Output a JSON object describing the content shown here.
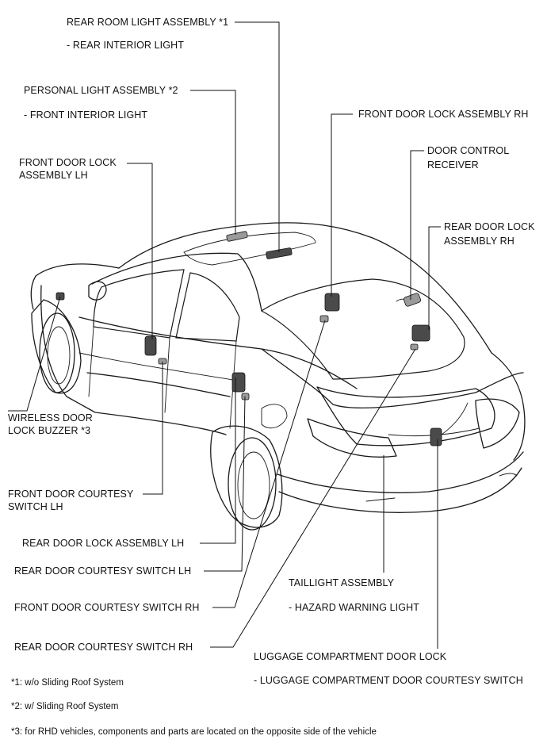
{
  "labels": {
    "rear_room_light": "REAR ROOM LIGHT ASSEMBLY *1",
    "rear_interior_light": "- REAR INTERIOR LIGHT",
    "personal_light": "PERSONAL LIGHT ASSEMBLY *2",
    "front_interior_light": "- FRONT INTERIOR LIGHT",
    "front_door_lock_lh_1": "FRONT DOOR LOCK",
    "front_door_lock_lh_2": "ASSEMBLY LH",
    "front_door_lock_rh": "FRONT DOOR LOCK ASSEMBLY RH",
    "door_control_receiver_1": "DOOR CONTROL",
    "door_control_receiver_2": "RECEIVER",
    "rear_door_lock_rh_1": "REAR DOOR LOCK",
    "rear_door_lock_rh_2": "ASSEMBLY RH",
    "wireless_buzzer_1": "WIRELESS DOOR",
    "wireless_buzzer_2": "LOCK BUZZER *3",
    "front_courtesy_lh_1": "FRONT DOOR COURTESY",
    "front_courtesy_lh_2": "SWITCH  LH",
    "rear_door_lock_lh": "REAR DOOR LOCK  ASSEMBLY LH",
    "rear_courtesy_lh": "REAR DOOR COURTESY SWITCH LH",
    "front_courtesy_rh": "FRONT DOOR COURTESY SWITCH RH",
    "rear_courtesy_rh": "REAR DOOR COURTESY SWITCH RH",
    "taillight": "TAILLIGHT ASSEMBLY",
    "hazard_light": "- HAZARD WARNING LIGHT",
    "luggage_lock": "LUGGAGE COMPARTMENT DOOR LOCK",
    "luggage_courtesy": "- LUGGAGE COMPARTMENT DOOR COURTESY SWITCH"
  },
  "notes": {
    "n1": "*1: w/o Sliding Roof System",
    "n2": "*2: w/ Sliding Roof System",
    "n3": "*3: for RHD vehicles, components and parts are located on the opposite side of the vehicle"
  }
}
